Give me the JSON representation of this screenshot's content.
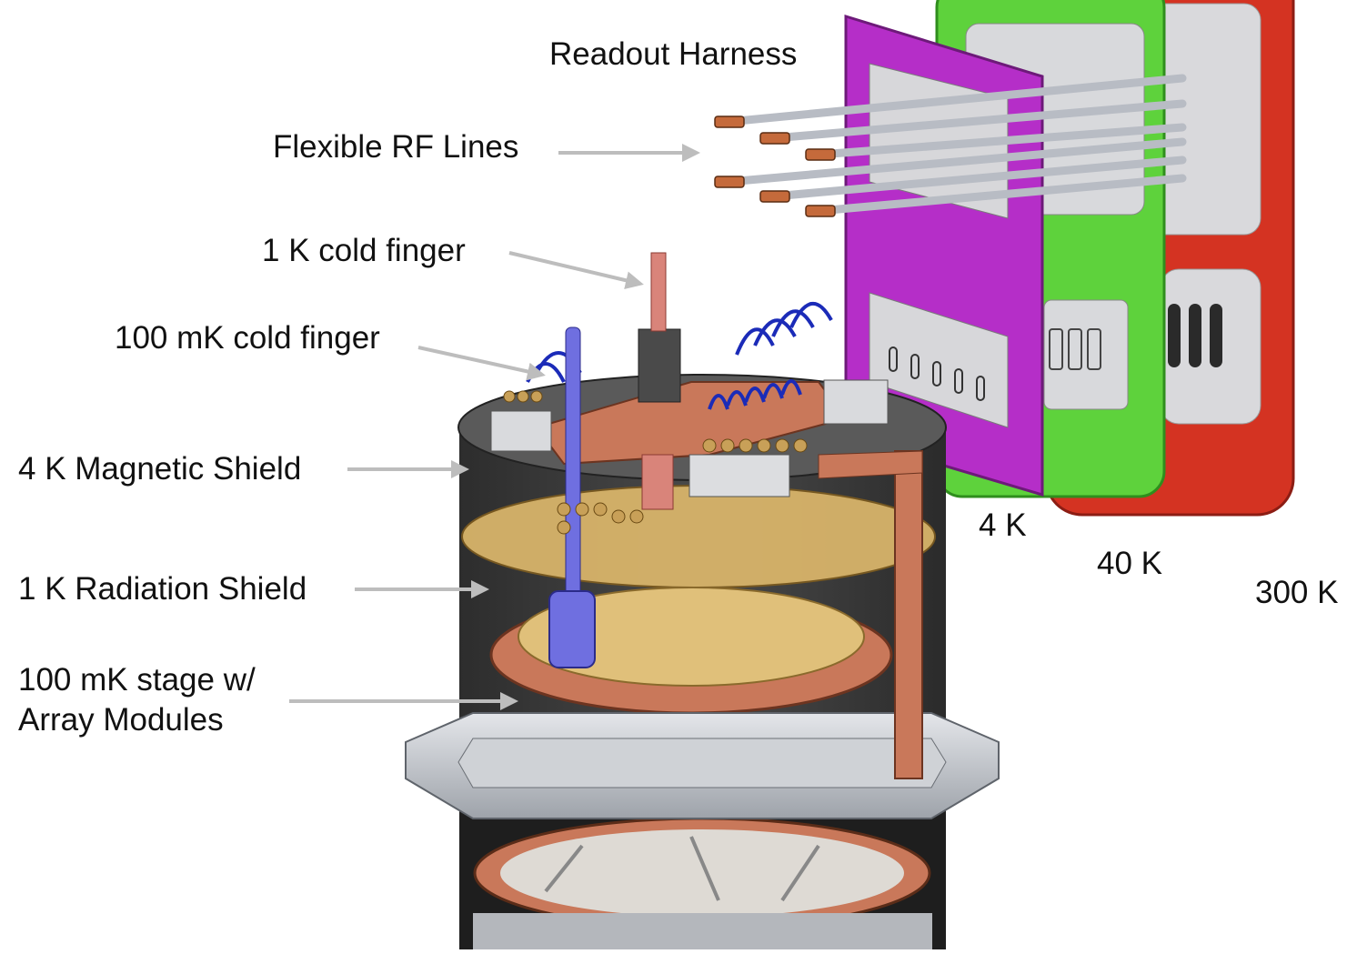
{
  "labels": {
    "readout_harness": "Readout Harness",
    "flexible_rf_lines": "Flexible RF Lines",
    "one_k_cold_finger": "1 K cold finger",
    "hundred_mk_cold_finger": "100 mK cold finger",
    "four_k_magnetic_shield": "4 K Magnetic Shield",
    "one_k_radiation_shield": "1 K Radiation Shield",
    "hundred_mk_stage_line1": "100 mK stage w/",
    "hundred_mk_stage_line2": "Array Modules",
    "temp_4k": "4 K",
    "temp_40k": "40 K",
    "temp_300k": "300 K"
  },
  "colors": {
    "plate_4k": "#b52ec8",
    "plate_40k": "#5ed23c",
    "plate_300k": "#d43322",
    "copper": "#c9785a",
    "gold": "#d8b46a",
    "shield": "#3f3f3f",
    "cold_finger_100mk": "#6f6fe0",
    "arrow": "#bdbdbd"
  }
}
